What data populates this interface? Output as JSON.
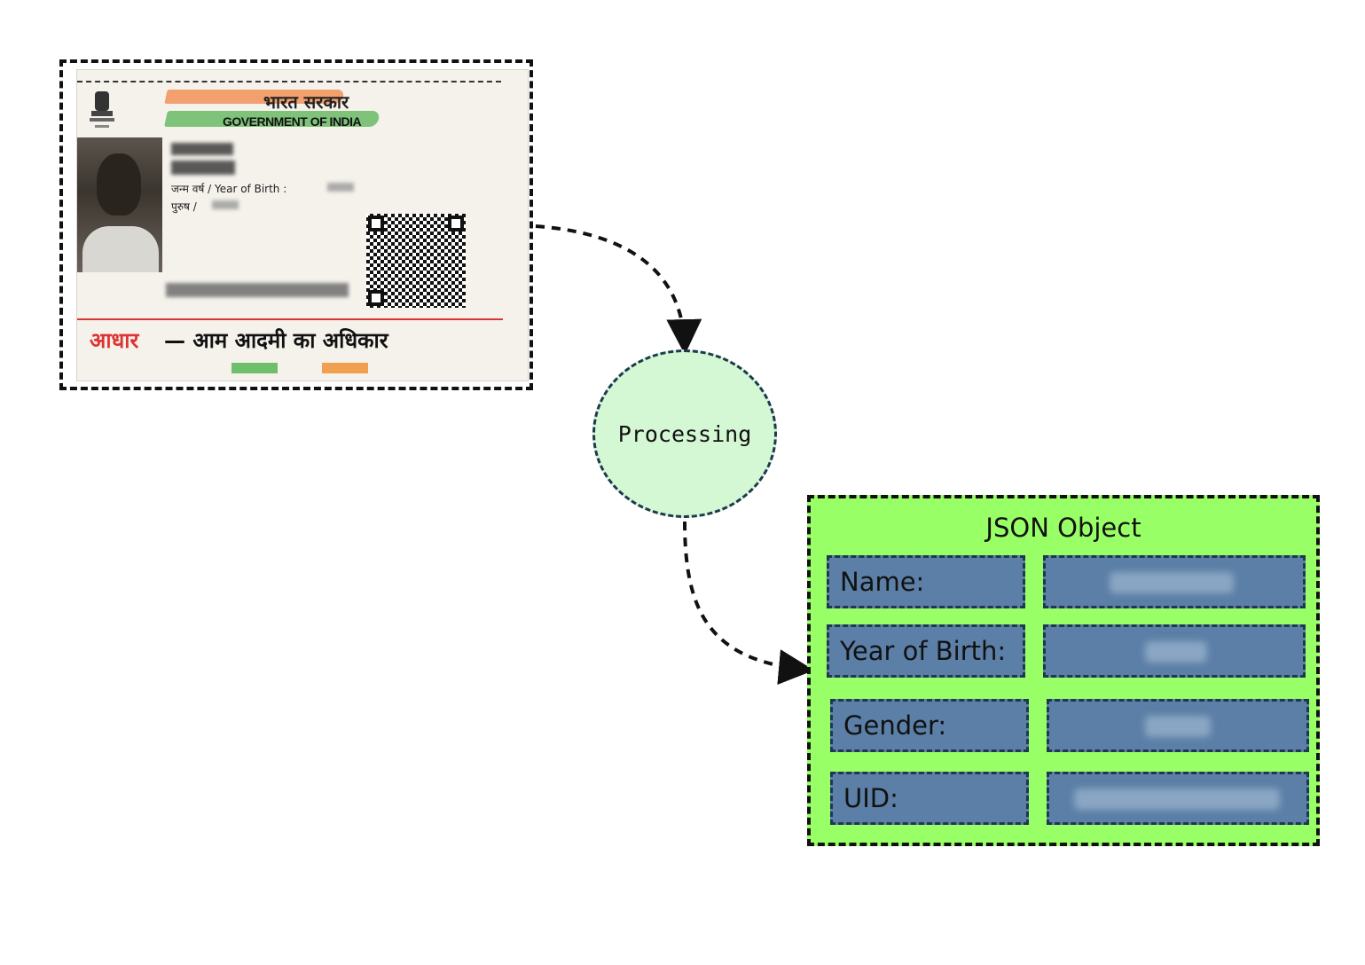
{
  "card": {
    "hindi_title": "भारत सरकार",
    "english_title": "GOVERNMENT OF INDIA",
    "birth_label": "जन्म वर्ष / Year of Birth :",
    "gender_label": "पुरुष /",
    "slogan_red": "आधार",
    "slogan_rest": "— आम आदमी का अधिकार"
  },
  "process": {
    "label": "Processing"
  },
  "json_object": {
    "title": "JSON Object",
    "fields": [
      {
        "label": "Name:"
      },
      {
        "label": "Year of Birth:"
      },
      {
        "label": "Gender:"
      },
      {
        "label": "UID:"
      }
    ]
  },
  "colors": {
    "process_fill": "#d4f7d4",
    "json_fill": "#99ff66",
    "field_fill": "#5b7fa6",
    "field_border": "#1f3850"
  }
}
